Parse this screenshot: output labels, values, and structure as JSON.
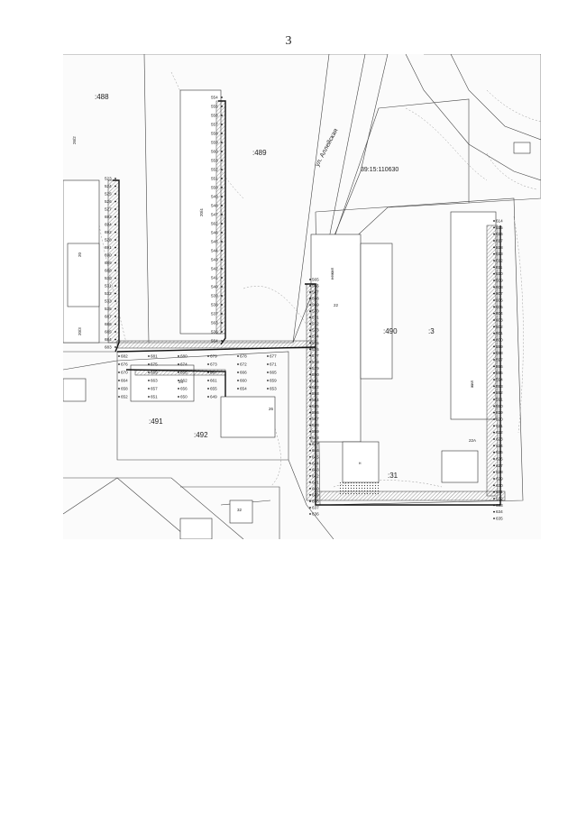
{
  "page_number": "3",
  "parcels": [
    ":488",
    ":489",
    ":490",
    ":491",
    ":492",
    ":3",
    ":31"
  ],
  "cadastral_number": "39:15:110630",
  "street_label": "ул. Аллейская",
  "building_labels": [
    "20/4",
    "20",
    "22",
    "32",
    "24",
    "22А",
    "20/3",
    "26",
    "26/2",
    "жил",
    "нежил",
    "н"
  ],
  "boundary_points": {
    "left_strip": [
      "523",
      "524",
      "525",
      "526",
      "527",
      "693",
      "694",
      "692",
      "528",
      "691",
      "690",
      "689",
      "688",
      "530",
      "531",
      "532",
      "533",
      "535",
      "687",
      "686",
      "685",
      "684",
      "683"
    ],
    "mid_strip": [
      "554",
      "555",
      "556",
      "557",
      "558",
      "559",
      "560",
      "553",
      "552",
      "551",
      "550",
      "549",
      "548",
      "547",
      "562",
      "546",
      "545",
      "544",
      "543",
      "542",
      "541",
      "540",
      "539",
      "538",
      "537",
      "563",
      "536",
      "564"
    ],
    "center": [
      "565",
      "566",
      "567",
      "568",
      "569",
      "570",
      "571",
      "572",
      "573",
      "574",
      "575",
      "576",
      "577",
      "578",
      "579",
      "580",
      "581",
      "582",
      "583",
      "584",
      "585",
      "586",
      "587",
      "588",
      "589",
      "648",
      "647",
      "646",
      "645",
      "644",
      "643",
      "642",
      "641",
      "640",
      "639",
      "638",
      "637",
      "636"
    ],
    "south_row": [
      "682",
      "681",
      "680",
      "679",
      "678",
      "677",
      "676",
      "675",
      "674",
      "673",
      "672",
      "671",
      "670",
      "669",
      "668",
      "667",
      "666",
      "665",
      "664",
      "663",
      "662",
      "661",
      "660",
      "659",
      "658",
      "657",
      "656",
      "655",
      "654",
      "653",
      "652",
      "651",
      "650",
      "649"
    ],
    "right_strip": [
      "614",
      "615",
      "616",
      "617",
      "618",
      "613",
      "612",
      "611",
      "610",
      "609",
      "608",
      "607",
      "606",
      "605",
      "604",
      "603",
      "602",
      "601",
      "600",
      "599",
      "598",
      "597",
      "596",
      "595",
      "594",
      "593",
      "592",
      "591",
      "590",
      "619",
      "620",
      "621",
      "622",
      "623",
      "624",
      "625",
      "626",
      "627",
      "628",
      "629",
      "630",
      "631",
      "632",
      "633",
      "634",
      "635"
    ]
  }
}
